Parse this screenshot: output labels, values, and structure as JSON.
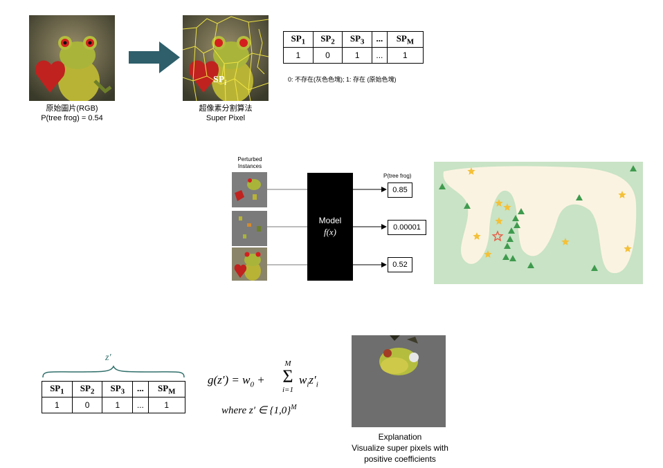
{
  "top": {
    "original": {
      "title": "原始圖片(RGB)",
      "prob": "P(tree frog) = 0.54"
    },
    "superpixel": {
      "title": "超像素分割算法",
      "subtitle": "Super Pixel",
      "label": "SP",
      "label_sub": "i"
    },
    "table": {
      "headers": [
        {
          "main": "SP",
          "sub": "1"
        },
        {
          "main": "SP",
          "sub": "2"
        },
        {
          "main": "SP",
          "sub": "3"
        },
        {
          "main": "...",
          "sub": ""
        },
        {
          "main": "SP",
          "sub": "M"
        }
      ],
      "values": [
        "1",
        "0",
        "1",
        "...",
        "1"
      ]
    },
    "legend": "0: 不存在(灰色色塊); 1: 存在 (原始色塊)"
  },
  "middle": {
    "perturbed_label": "Perturbed Instances",
    "prob_label": "P(tree frog)",
    "model_label": "Model",
    "model_func": "f(x)",
    "outputs": [
      "0.85",
      "0.00001",
      "0.52"
    ]
  },
  "bottom": {
    "brace_label": "z′",
    "table": {
      "headers": [
        {
          "main": "SP",
          "sub": "1"
        },
        {
          "main": "SP",
          "sub": "2"
        },
        {
          "main": "SP",
          "sub": "3"
        },
        {
          "main": "...",
          "sub": ""
        },
        {
          "main": "SP",
          "sub": "M"
        }
      ],
      "values": [
        "1",
        "0",
        "1",
        "...",
        "1"
      ]
    },
    "formula_lhs": "g(z′) = w",
    "formula_w0_sub": "0",
    "formula_plus": " + ",
    "sum_top": "M",
    "sum_bottom": "i=1",
    "formula_term": "w",
    "formula_term_sub": "i",
    "formula_term2": "z′",
    "formula_term2_sub": "i",
    "formula_where": "where z′ ∈ {1,0}",
    "formula_where_sup": "M",
    "explanation": {
      "line1": "Explanation",
      "line2": "Visualize super pixels with",
      "line3": "positive coefficients"
    }
  },
  "colors": {
    "arrow": "#2e5f6b",
    "scatter_bg": "#c8e3c5",
    "region": "#fbf3e1",
    "triangle": "#3f9a4e",
    "star": "#f4c038",
    "star_highlight": "#e8604a"
  }
}
